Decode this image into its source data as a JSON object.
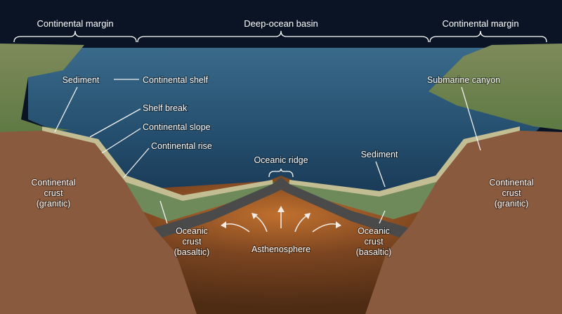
{
  "header": {
    "left": "Continental margin",
    "center": "Deep-ocean basin",
    "right": "Continental margin"
  },
  "labels": {
    "sediment_left": "Sediment",
    "continental_shelf": "Continental shelf",
    "shelf_break": "Shelf break",
    "continental_slope": "Continental slope",
    "continental_rise": "Continental rise",
    "oceanic_ridge": "Oceanic ridge",
    "sediment_right": "Sediment",
    "submarine_canyon": "Submarine canyon",
    "continental_crust_left": [
      "Continental",
      "crust",
      "(granitic)"
    ],
    "continental_crust_right": [
      "Continental",
      "crust",
      "(granitic)"
    ],
    "oceanic_crust_left": [
      "Oceanic",
      "crust",
      "(basaltic)"
    ],
    "oceanic_crust_right": [
      "Oceanic",
      "crust",
      "(basaltic)"
    ],
    "asthenosphere": "Asthenosphere"
  },
  "colors": {
    "sky": "#0b1424",
    "ocean": "#2a5676",
    "land": "#6d8a4e",
    "crust": "#8a5a3e",
    "sediment": "#b8b58a",
    "mantle": "#6a3c1c"
  }
}
